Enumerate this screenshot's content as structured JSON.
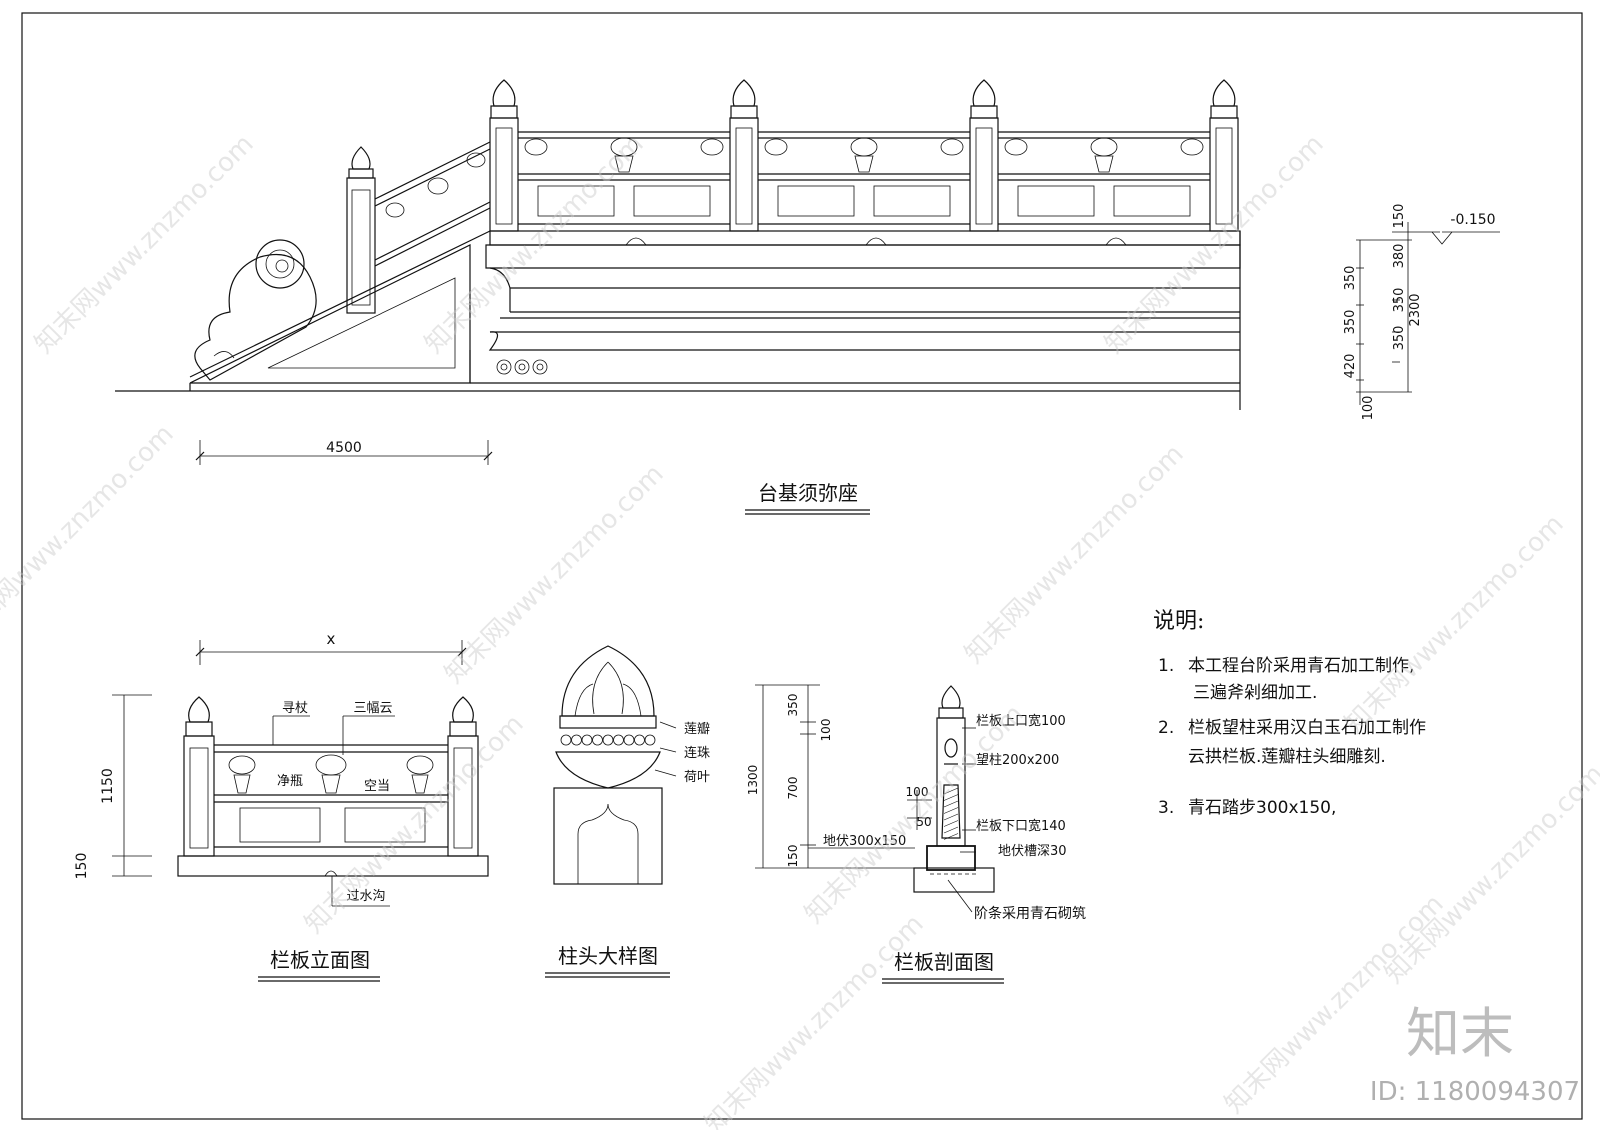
{
  "platform_drawing": {
    "title": "台基须弥座",
    "dim_width": "4500",
    "elevation_mark": "-0.150",
    "dims_right": [
      "150",
      "380",
      "350",
      "350",
      "350",
      "420",
      "100"
    ],
    "dim_total": "2300",
    "dims_left_col": [
      "350",
      "350",
      "420"
    ]
  },
  "railing_elevation": {
    "title": "栏板立面图",
    "dim_x": "x",
    "dim_height": "1150",
    "dim_base": "150",
    "labels": {
      "xunzhang": "寻杖",
      "sanfuyun": "三幅云",
      "jingping": "净瓶",
      "kongdang": "空当",
      "guoshuigou": "过水沟"
    }
  },
  "post_head": {
    "title": "柱头大样图",
    "labels": {
      "lianban": "莲瓣",
      "lianzhu": "连珠",
      "heye": "荷叶"
    }
  },
  "railing_section": {
    "title": "栏板剖面图",
    "dims": [
      "350",
      "100",
      "700",
      "1300",
      "150",
      "100",
      "50"
    ],
    "labels": {
      "top_width": "栏板上口宽100",
      "post_size": "望柱200x200",
      "bottom_width": "栏板下口宽140",
      "difu": "地伏300x150",
      "groove": "地伏槽深30",
      "stair_stone": "阶条采用青石砌筑"
    }
  },
  "notes": {
    "heading": "说明:",
    "items": [
      {
        "num": "1.",
        "line1": "本工程台阶采用青石加工制作,",
        "line2": "三遍斧剁细加工."
      },
      {
        "num": "2.",
        "line1": "栏板望柱采用汉白玉石加工制作",
        "line2": "云拱栏板.莲瓣柱头细雕刻."
      },
      {
        "num": "3.",
        "line1": "青石踏步300x150,",
        "line2": ""
      }
    ]
  },
  "watermark": {
    "logo": "知末",
    "id_text": "ID: 1180094307",
    "tile_text": "知末网www.znzmo.com"
  }
}
